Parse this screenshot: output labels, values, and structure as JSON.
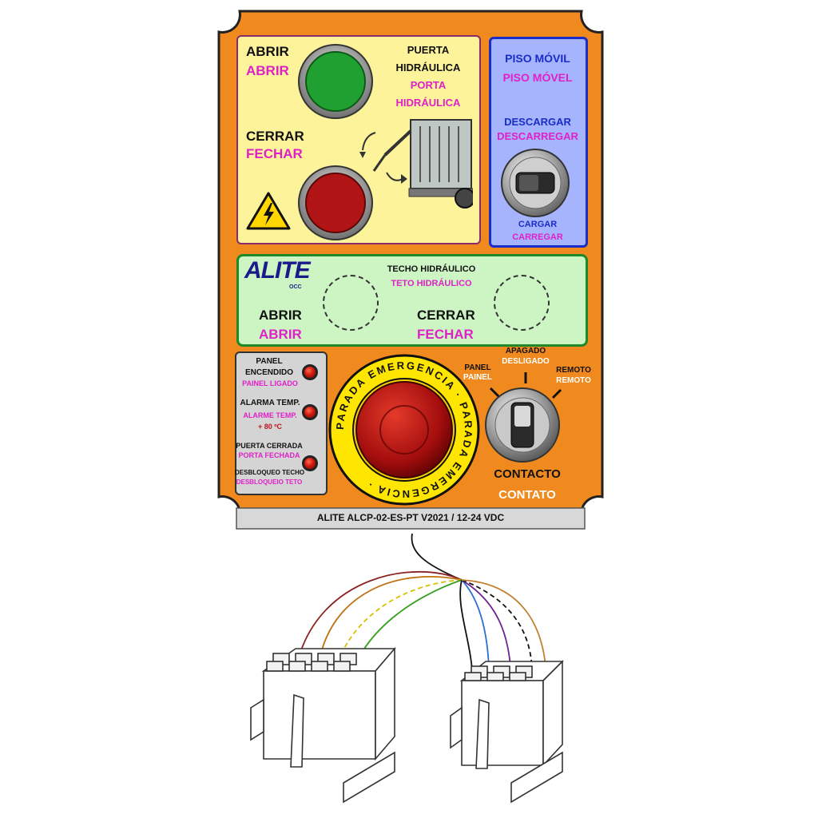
{
  "hydraulic_door": {
    "title_es_1": "PUERTA",
    "title_es_2": "HIDRÁULICA",
    "title_pt_1": "PORTA",
    "title_pt_2": "HIDRÁULICA",
    "open_es": "ABRIR",
    "open_pt": "ABRIR",
    "close_es": "CERRAR",
    "close_pt": "FECHAR"
  },
  "moving_floor": {
    "title_es": "PISO MÓVIL",
    "title_pt": "PISO MÓVEL",
    "unload_es": "DESCARGAR",
    "unload_pt": "DESCARREGAR",
    "load_es": "CARGAR",
    "load_pt": "CARREGAR"
  },
  "hydraulic_roof": {
    "logo": "ALITE",
    "logo_sub": "OCC",
    "title_es": "TECHO HIDRÁULICO",
    "title_pt": "TETO HIDRÁULICO",
    "open_es": "ABRIR",
    "open_pt": "ABRIR",
    "close_es": "CERRAR",
    "close_pt": "FECHAR"
  },
  "indicators": {
    "panel_on_es_1": "PANEL",
    "panel_on_es_2": "ENCENDIDO",
    "panel_on_pt": "PAINEL LIGADO",
    "temp_alarm_es": "ALARMA TEMP.",
    "temp_alarm_pt": "ALARME TEMP.",
    "temp_value": "+ 80 ºC",
    "door_closed_es": "PUERTA CERRADA",
    "door_closed_pt": "PORTA FECHADA",
    "roof_unlock_es": "DESBLOQUEO TECHO",
    "roof_unlock_pt": "DESBLOQUEIO TETO"
  },
  "emergency": {
    "ring_text": "PARADA EMERGENCIA · PARADA EMERGENCIA ·"
  },
  "ignition": {
    "off_es": "APAGADO",
    "off_pt": "DESLIGADO",
    "panel_es": "PANEL",
    "panel_pt": "PAINEL",
    "remote_es": "REMOTO",
    "remote_pt": "REMOTO",
    "title_es": "CONTACTO",
    "title_pt": "CONTATO"
  },
  "footer": {
    "model": "ALITE ALCP-02-ES-PT V2021 / 12-24 VDC"
  },
  "colors": {
    "panel_orange": "#f08a1e",
    "door_section": "#fdf39a",
    "floor_section": "#a5b4fc",
    "roof_section": "#cdf5c4",
    "open_button": "#1fa030",
    "close_button": "#b11414",
    "emergency_ring": "#ffe600"
  }
}
